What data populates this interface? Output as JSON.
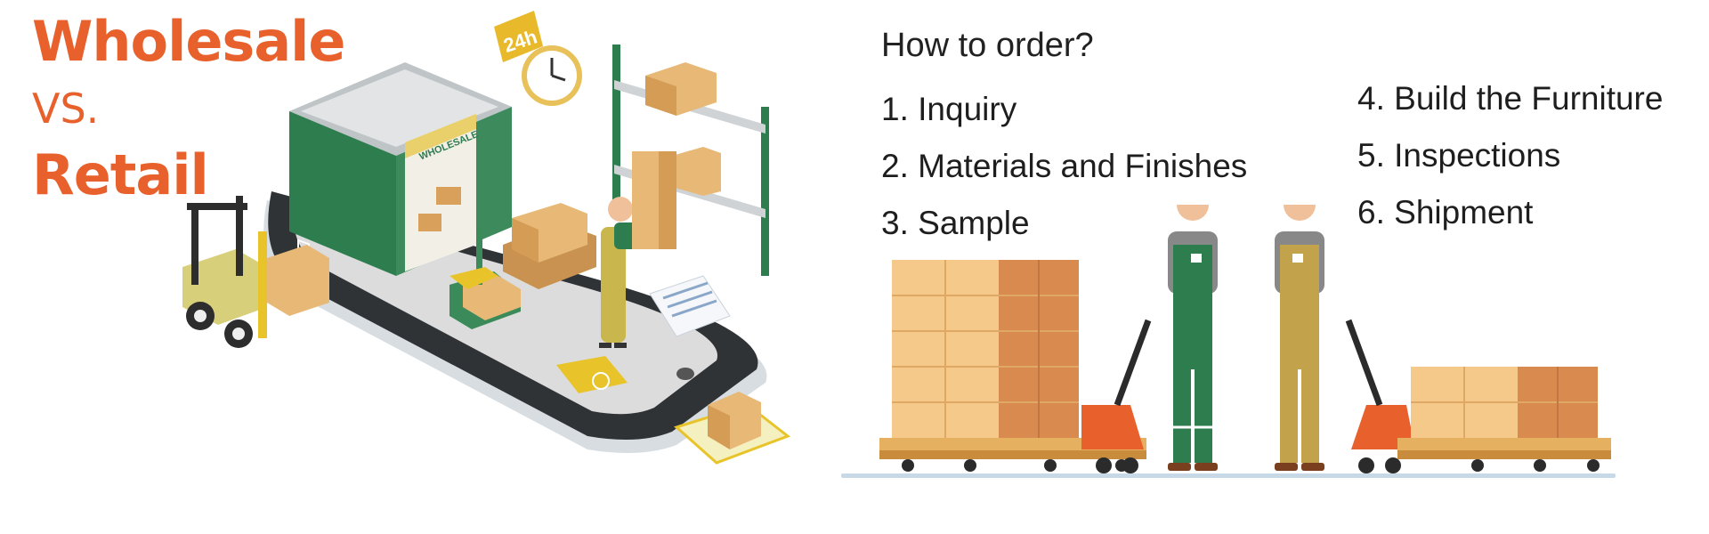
{
  "banner": {
    "title_line1": "Wholesale",
    "title_line2": "VS.",
    "title_line3": "Retail",
    "warehouse_sign": "WHOLESALE",
    "clock_badge": "24h"
  },
  "how_to_order": {
    "heading": "How to order?",
    "steps": [
      "1. Inquiry",
      "2. Materials and Finishes",
      "3. Sample",
      "4. Build the Furniture",
      "5. Inspections",
      "6. Shipment"
    ]
  },
  "colors": {
    "accent_orange": "#e8612c",
    "warehouse_green": "#2e7d4f",
    "box_tan": "#e8b877",
    "text_dark": "#222222"
  }
}
